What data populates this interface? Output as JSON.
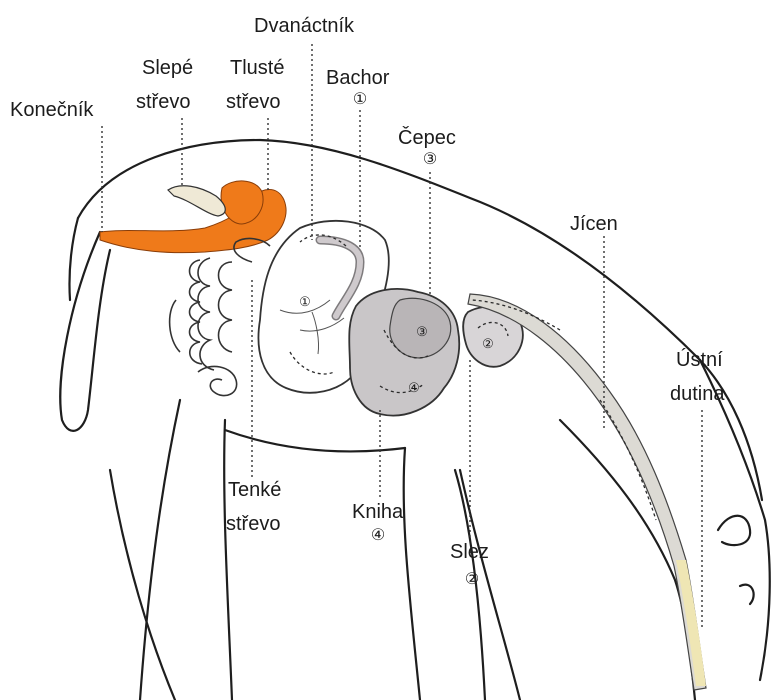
{
  "colors": {
    "large_intestine": "#ef7a1a",
    "ruminant_stomach": "#c9c6c8",
    "esophagus": "#dcdad4",
    "mouth_fluid": "#efe6b4",
    "outline": "#1e1e1e"
  },
  "labels": {
    "rectum": "Konečník",
    "cecum": [
      "Slepé",
      "střevo"
    ],
    "colon": [
      "Tlusté",
      "střevo"
    ],
    "duodenum": "Dvanáctník",
    "rumen": "Bachor",
    "reticulum": "Čepec",
    "esophagus": "Jícen",
    "mouth": [
      "Ústní",
      "dutina"
    ],
    "small_intestine": [
      "Tenké",
      "střevo"
    ],
    "omasum": "Kniha",
    "abomasum": "Slez"
  },
  "markers": {
    "rumen": "①",
    "abomasum": "②",
    "reticulum": "③",
    "omasum": "④"
  }
}
